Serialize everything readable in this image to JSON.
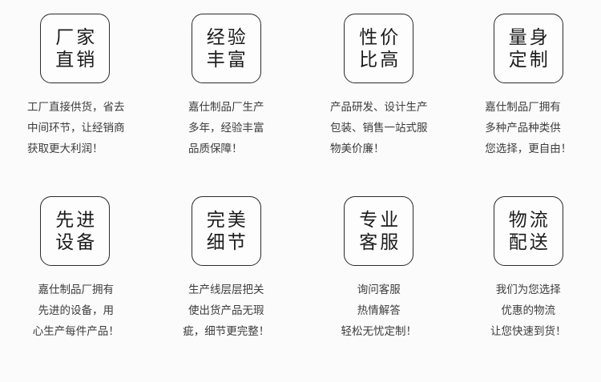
{
  "page": {
    "background_color": "#fbfbfb",
    "text_color": "#3c3c3c",
    "badge_border_color": "#2b2b2b",
    "badge_title_color": "#1c1c1c"
  },
  "features": [
    {
      "id": "factory-direct-sales",
      "badge": {
        "line1": "厂家",
        "line2": "直销"
      },
      "desc": [
        "工厂直接供货，省去",
        "中间环节，让经销商",
        "获取更大利润！"
      ],
      "align": "left"
    },
    {
      "id": "rich-experience",
      "badge": {
        "line1": "经验",
        "line2": "丰富"
      },
      "desc": [
        "嘉仕制品厂生产",
        "多年，经验丰富",
        "品质保障！"
      ],
      "align": "left"
    },
    {
      "id": "high-cost-performance",
      "badge": {
        "line1": "性价",
        "line2": "比高"
      },
      "desc": [
        "产品研发、设计生产",
        "包装、销售一站式服",
        "物美价廉！"
      ],
      "align": "left"
    },
    {
      "id": "tailored-customization",
      "badge": {
        "line1": "量身",
        "line2": "定制"
      },
      "desc": [
        "嘉仕制品厂拥有",
        "多种产品种类供",
        "您选择，更自由！"
      ],
      "align": "left"
    },
    {
      "id": "advanced-equipment",
      "badge": {
        "line1": "先进",
        "line2": "设备"
      },
      "desc": [
        "嘉仕制品厂拥有",
        "先进的设备，用",
        "心生产每件产品！"
      ],
      "align": "center"
    },
    {
      "id": "perfect-details",
      "badge": {
        "line1": "完美",
        "line2": "细节"
      },
      "desc": [
        "生产线层层把关",
        "使出货产品无瑕",
        "疵，细节更完整！"
      ],
      "align": "center"
    },
    {
      "id": "professional-service",
      "badge": {
        "line1": "专业",
        "line2": "客服"
      },
      "desc": [
        "询问客服",
        "热情解答",
        "轻松无忧定制！"
      ],
      "align": "center"
    },
    {
      "id": "logistics-delivery",
      "badge": {
        "line1": "物流",
        "line2": "配送"
      },
      "desc": [
        "我们为您选择",
        "优惠的物流",
        "让您快速到货！"
      ],
      "align": "center"
    }
  ]
}
